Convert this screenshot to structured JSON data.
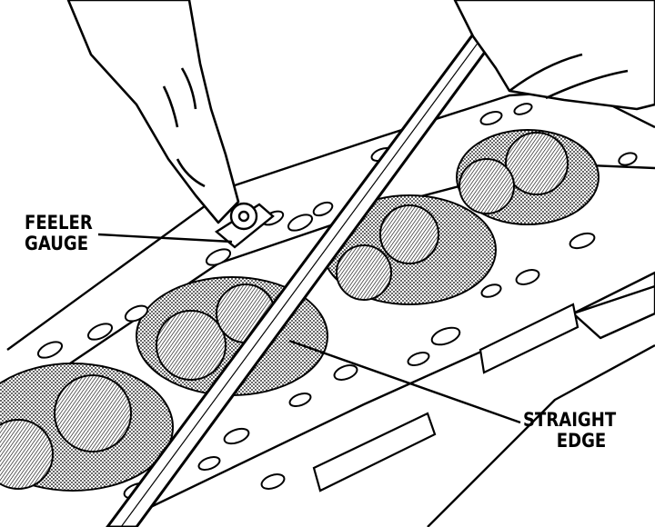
{
  "labels": {
    "feeler_gauge": [
      "FEELER",
      "GAUGE"
    ],
    "straight_edge": [
      "STRAIGHT",
      "EDGE"
    ]
  },
  "colors": {
    "ink": "#000000",
    "paper": "#ffffff",
    "shade": "#8a8a8a"
  }
}
